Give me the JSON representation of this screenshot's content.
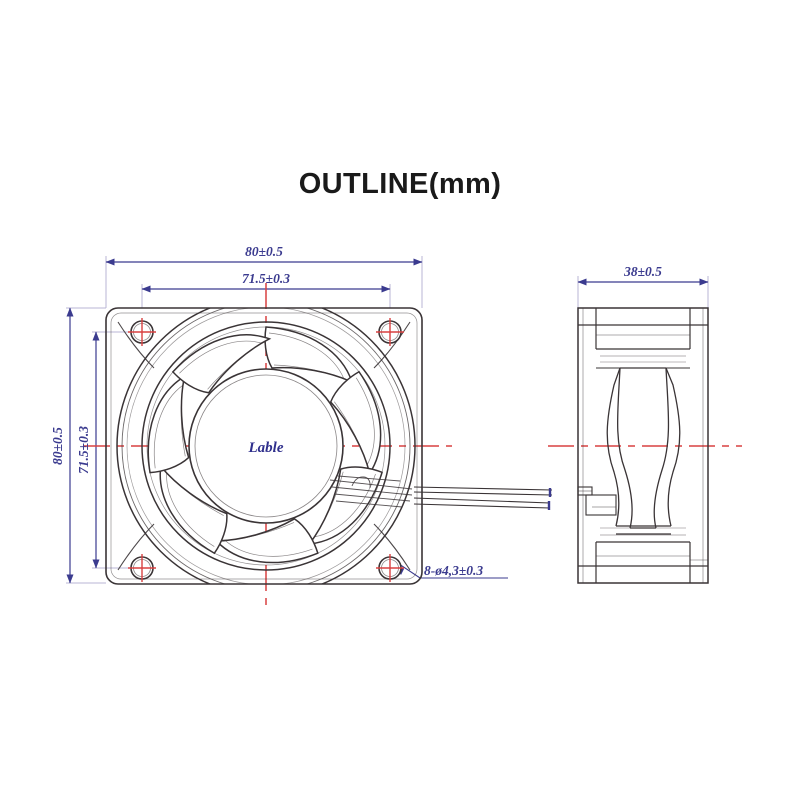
{
  "drawing": {
    "title": "OUTLINE(mm)",
    "units": "mm",
    "colors": {
      "outline": "#3a3436",
      "dimension": "#3b3b8f",
      "extension": "#b9b4d4",
      "centerline": "#d94040",
      "title": "#1a1a1a",
      "background": "#ffffff"
    }
  },
  "front_view": {
    "name": "front-view",
    "hub_label": "Lable",
    "dimensions": {
      "overall_width": "80±0.5",
      "hole_pitch_width": "71.5±0.3",
      "overall_height": "80±0.5",
      "hole_pitch_height": "71.5±0.3",
      "hole_callout": "8-ø4,3±0.3"
    },
    "blade_count": 7,
    "mounting_holes": 4
  },
  "side_view": {
    "name": "side-view",
    "dimensions": {
      "depth": "38±0.5"
    },
    "lead_wires": 2
  }
}
